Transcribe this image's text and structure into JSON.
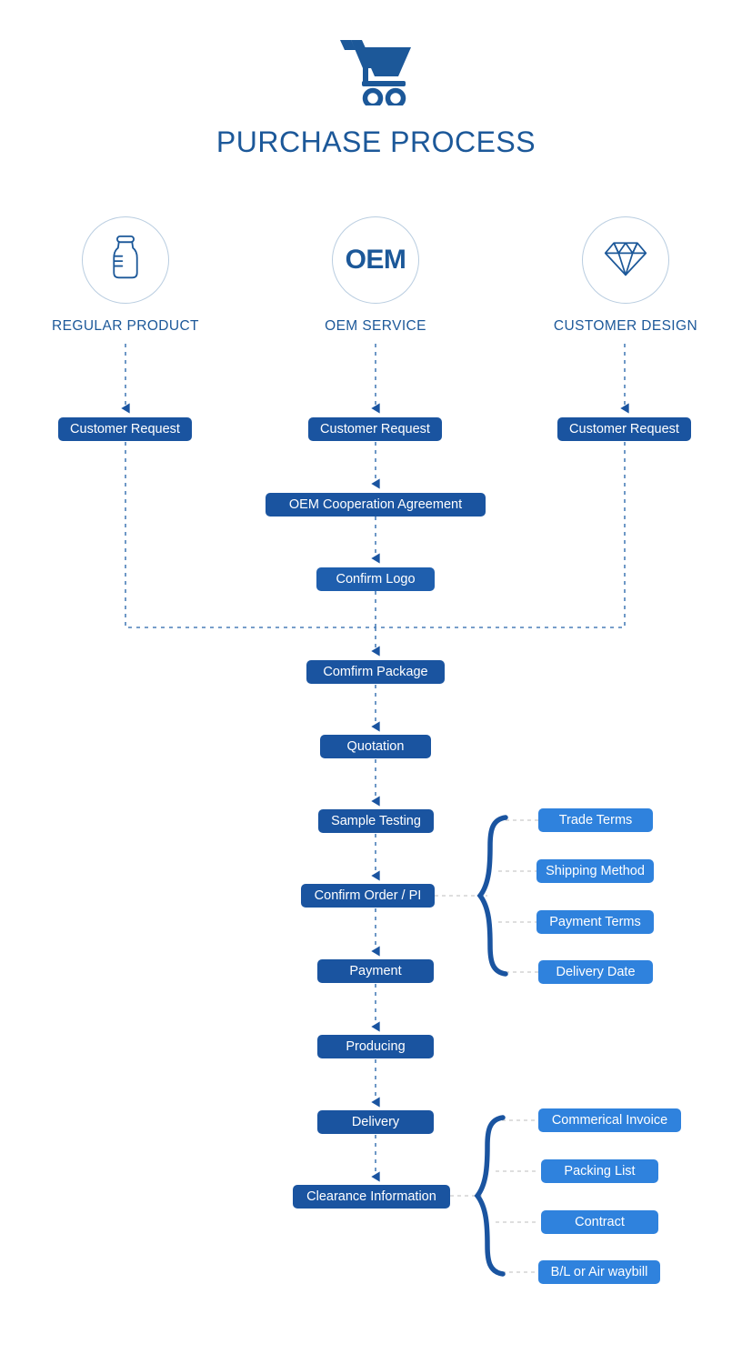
{
  "header": {
    "icon": "shopping-cart-icon",
    "title": "PURCHASE PROCESS"
  },
  "colors": {
    "title_blue": "#1c5899",
    "box_dark_blue": "#1a54a0",
    "box_mid_blue": "#1f5fae",
    "box_light_blue": "#2f82dd",
    "circle_border": "#b9cde0",
    "dashed_line": "#3f78b5",
    "brace": "#1a54a0"
  },
  "categories": [
    {
      "id": "regular-product",
      "icon": "bottle-icon",
      "label": "REGULAR PRODUCT"
    },
    {
      "id": "oem-service",
      "icon": "oem-text-icon",
      "icon_text": "OEM",
      "label": "OEM SERVICE"
    },
    {
      "id": "customer-design",
      "icon": "diamond-icon",
      "label": "CUSTOMER DESIGN"
    }
  ],
  "flow": {
    "branch_boxes": [
      {
        "id": "customer-request-left",
        "label": "Customer Request",
        "tone": "dark"
      },
      {
        "id": "customer-request-center",
        "label": "Customer Request",
        "tone": "dark"
      },
      {
        "id": "customer-request-right",
        "label": "Customer Request",
        "tone": "dark"
      }
    ],
    "oem_boxes": [
      {
        "id": "oem-cooperation-agreement",
        "label": "OEM Cooperation Agreement",
        "tone": "dark"
      },
      {
        "id": "confirm-logo",
        "label": "Confirm Logo",
        "tone": "mid"
      }
    ],
    "main_boxes": [
      {
        "id": "comfirm-package",
        "label": "Comfirm Package",
        "tone": "dark"
      },
      {
        "id": "quotation",
        "label": "Quotation",
        "tone": "dark"
      },
      {
        "id": "sample-testing",
        "label": "Sample Testing",
        "tone": "dark"
      },
      {
        "id": "confirm-order-pi",
        "label": "Confirm Order / PI",
        "tone": "dark"
      },
      {
        "id": "payment",
        "label": "Payment",
        "tone": "dark"
      },
      {
        "id": "producing",
        "label": "Producing",
        "tone": "dark"
      },
      {
        "id": "delivery",
        "label": "Delivery",
        "tone": "dark"
      },
      {
        "id": "clearance-information",
        "label": "Clearance Information",
        "tone": "dark"
      }
    ],
    "order_terms": [
      {
        "id": "trade-terms",
        "label": "Trade Terms",
        "tone": "light"
      },
      {
        "id": "shipping-method",
        "label": "Shipping Method",
        "tone": "light"
      },
      {
        "id": "payment-terms",
        "label": "Payment Terms",
        "tone": "light"
      },
      {
        "id": "delivery-date",
        "label": "Delivery Date",
        "tone": "light"
      }
    ],
    "clearance_documents": [
      {
        "id": "commerical-invoice",
        "label": "Commerical Invoice",
        "tone": "light"
      },
      {
        "id": "packing-list",
        "label": "Packing List",
        "tone": "light"
      },
      {
        "id": "contract",
        "label": "Contract",
        "tone": "light"
      },
      {
        "id": "bl-or-air-waybill",
        "label": "B/L or Air waybill",
        "tone": "light"
      }
    ]
  },
  "chart_data": {
    "type": "diagram",
    "title": "PURCHASE PROCESS",
    "diagram_kind": "flowchart",
    "orientation": "top-to-bottom",
    "lanes": [
      "REGULAR PRODUCT",
      "OEM SERVICE",
      "CUSTOMER DESIGN"
    ],
    "nodes": [
      "Customer Request",
      "Customer Request",
      "Customer Request",
      "OEM Cooperation Agreement",
      "Confirm Logo",
      "Comfirm Package",
      "Quotation",
      "Sample Testing",
      "Confirm Order / PI",
      "Payment",
      "Producing",
      "Delivery",
      "Clearance Information",
      "Trade Terms",
      "Shipping Method",
      "Payment Terms",
      "Delivery Date",
      "Commerical Invoice",
      "Packing List",
      "Contract",
      "B/L or Air waybill"
    ],
    "edges": [
      [
        "REGULAR PRODUCT",
        "Customer Request"
      ],
      [
        "OEM SERVICE",
        "Customer Request"
      ],
      [
        "CUSTOMER DESIGN",
        "Customer Request"
      ],
      [
        "Customer Request",
        "OEM Cooperation Agreement"
      ],
      [
        "OEM Cooperation Agreement",
        "Confirm Logo"
      ],
      [
        "Confirm Logo",
        "Comfirm Package"
      ],
      [
        "Customer Request",
        "Comfirm Package"
      ],
      [
        "Comfirm Package",
        "Quotation"
      ],
      [
        "Quotation",
        "Sample Testing"
      ],
      [
        "Sample Testing",
        "Confirm Order / PI"
      ],
      [
        "Confirm Order / PI",
        "Payment"
      ],
      [
        "Payment",
        "Producing"
      ],
      [
        "Producing",
        "Delivery"
      ],
      [
        "Delivery",
        "Clearance Information"
      ],
      [
        "Confirm Order / PI",
        "Trade Terms"
      ],
      [
        "Confirm Order / PI",
        "Shipping Method"
      ],
      [
        "Confirm Order / PI",
        "Payment Terms"
      ],
      [
        "Confirm Order / PI",
        "Delivery Date"
      ],
      [
        "Clearance Information",
        "Commerical Invoice"
      ],
      [
        "Clearance Information",
        "Packing List"
      ],
      [
        "Clearance Information",
        "Contract"
      ],
      [
        "Clearance Information",
        "B/L or Air waybill"
      ]
    ]
  }
}
